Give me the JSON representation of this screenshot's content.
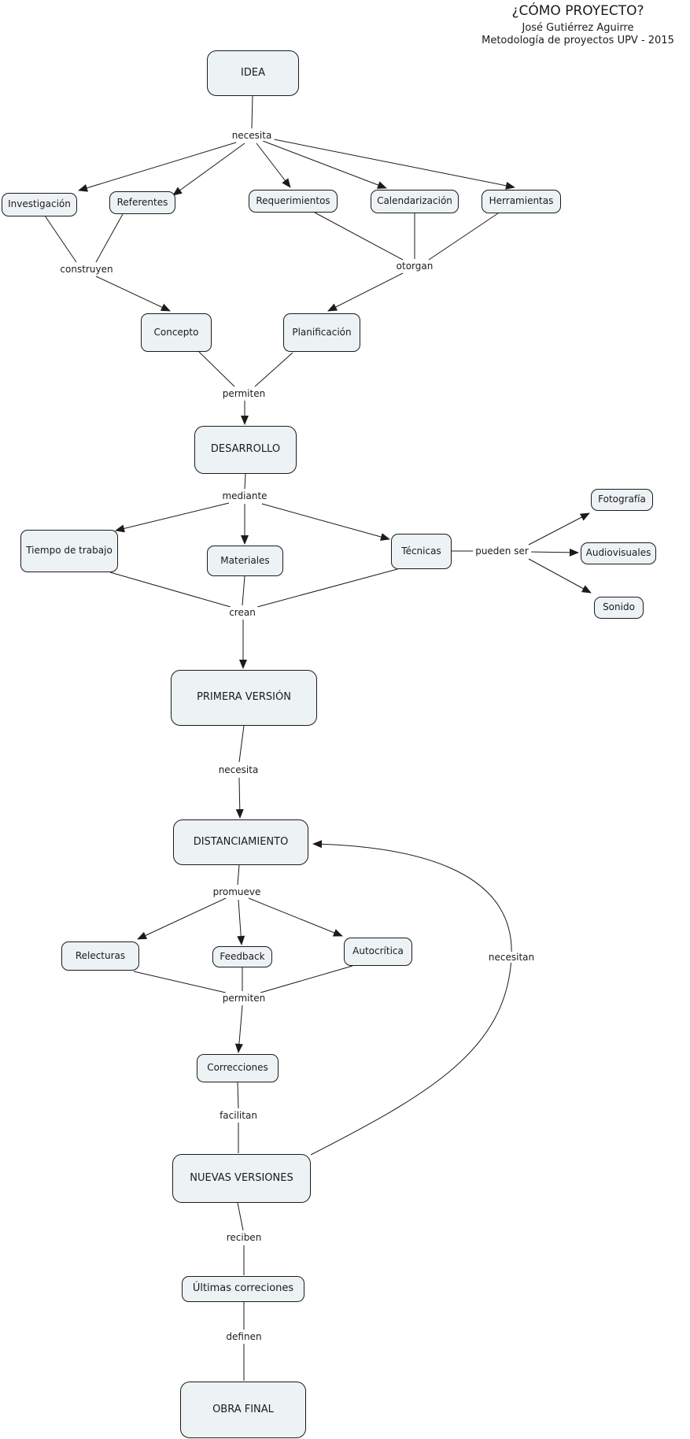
{
  "header": {
    "title": "¿CÓMO PROYECTO?",
    "author": "José Gutiérrez Aguirre",
    "course": "Metodología de proyectos UPV - 2015"
  },
  "nodes": {
    "idea": "IDEA",
    "investigacion": "Investigación",
    "referentes": "Referentes",
    "requerimientos": "Requerimientos",
    "calendarizacion": "Calendarización",
    "herramientas": "Herramientas",
    "concepto": "Concepto",
    "planificacion": "Planificación",
    "desarrollo": "DESARROLLO",
    "tiempo": "Tiempo de trabajo",
    "materiales": "Materiales",
    "tecnicas": "Técnicas",
    "fotografia": "Fotografía",
    "audiovisuales": "Audiovisuales",
    "sonido": "Sonido",
    "primera": "PRIMERA VERSIÓN",
    "distanciamiento": "DISTANCIAMIENTO",
    "relecturas": "Relecturas",
    "feedback": "Feedback",
    "autocritica": "Autocrítica",
    "correcciones": "Correcciones",
    "nuevas": "NUEVAS VERSIONES",
    "ultimas": "Últimas correciones",
    "obra": "OBRA FINAL"
  },
  "labels": {
    "necesita_1": "necesita",
    "construyen": "construyen",
    "otorgan": "otorgan",
    "permiten_1": "permiten",
    "mediante": "mediante",
    "pueden_ser": "pueden ser",
    "crean": "crean",
    "necesita_2": "necesita",
    "promueve": "promueve",
    "permiten_2": "permiten",
    "necesitan": "necesitan",
    "facilitan": "facilitan",
    "reciben": "reciben",
    "definen": "definen"
  },
  "propositions": [
    {
      "from": [
        "IDEA"
      ],
      "link": "necesita",
      "to": [
        "Investigación",
        "Referentes",
        "Requerimientos",
        "Calendarización",
        "Herramientas"
      ]
    },
    {
      "from": [
        "Investigación",
        "Referentes"
      ],
      "link": "construyen",
      "to": [
        "Concepto"
      ]
    },
    {
      "from": [
        "Requerimientos",
        "Calendarización",
        "Herramientas"
      ],
      "link": "otorgan",
      "to": [
        "Planificación"
      ]
    },
    {
      "from": [
        "Concepto",
        "Planificación"
      ],
      "link": "permiten",
      "to": [
        "DESARROLLO"
      ]
    },
    {
      "from": [
        "DESARROLLO"
      ],
      "link": "mediante",
      "to": [
        "Tiempo de trabajo",
        "Materiales",
        "Técnicas"
      ]
    },
    {
      "from": [
        "Técnicas"
      ],
      "link": "pueden ser",
      "to": [
        "Fotografía",
        "Audiovisuales",
        "Sonido"
      ]
    },
    {
      "from": [
        "Tiempo de trabajo",
        "Materiales",
        "Técnicas"
      ],
      "link": "crean",
      "to": [
        "PRIMERA VERSIÓN"
      ]
    },
    {
      "from": [
        "PRIMERA VERSIÓN"
      ],
      "link": "necesita",
      "to": [
        "DISTANCIAMIENTO"
      ]
    },
    {
      "from": [
        "DISTANCIAMIENTO"
      ],
      "link": "promueve",
      "to": [
        "Relecturas",
        "Feedback",
        "Autocrítica"
      ]
    },
    {
      "from": [
        "Relecturas",
        "Feedback",
        "Autocrítica"
      ],
      "link": "permiten",
      "to": [
        "Correcciones"
      ]
    },
    {
      "from": [
        "Correcciones"
      ],
      "link": "facilitan",
      "to": [
        "NUEVAS VERSIONES"
      ]
    },
    {
      "from": [
        "NUEVAS VERSIONES"
      ],
      "link": "necesitan",
      "to": [
        "DISTANCIAMIENTO"
      ]
    },
    {
      "from": [
        "NUEVAS VERSIONES"
      ],
      "link": "reciben",
      "to": [
        "Últimas correciones"
      ]
    },
    {
      "from": [
        "Últimas correciones"
      ],
      "link": "definen",
      "to": [
        "OBRA FINAL"
      ]
    }
  ],
  "colors": {
    "node_fill": "#edf2f4",
    "node_border": "#1b1b1b",
    "line": "#1b1b1b",
    "background": "#ffffff"
  }
}
